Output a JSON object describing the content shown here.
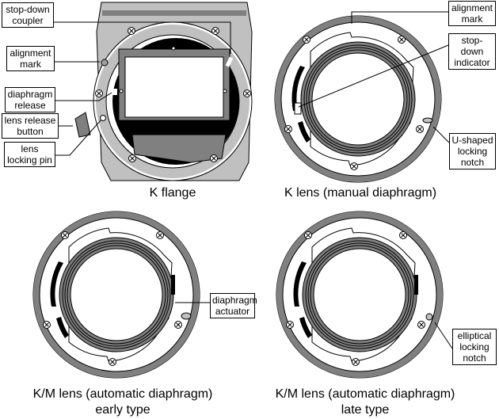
{
  "k_flange": {
    "caption": "K flange",
    "labels": {
      "stop_down_coupler": "stop-down\ncoupler",
      "alignment_mark": "alignment\nmark",
      "diaphragm_release": "diaphragm\nrelease",
      "lens_release_button": "lens release\nbutton",
      "lens_locking_pin": "lens\nlocking pin"
    }
  },
  "k_lens": {
    "caption": "K lens (manual diaphragm)",
    "labels": {
      "alignment_mark": "alignment\nmark",
      "stop_down_indicator": "stop-down\nindicator",
      "u_shaped_locking_notch": "U-shaped\nlocking\nnotch"
    }
  },
  "km_early": {
    "caption": "K/M lens (automatic diaphragm)\nearly type",
    "labels": {
      "diaphragm_actuator": "diaphragm\nactuator"
    }
  },
  "km_late": {
    "caption": "K/M lens (automatic diaphragm)\nlate type",
    "labels": {
      "elliptical_locking_notch": "elliptical\nlocking\nnotch"
    }
  },
  "colors": {
    "body": "#c0c0c0",
    "dark": "#808080",
    "line": "#000000"
  }
}
